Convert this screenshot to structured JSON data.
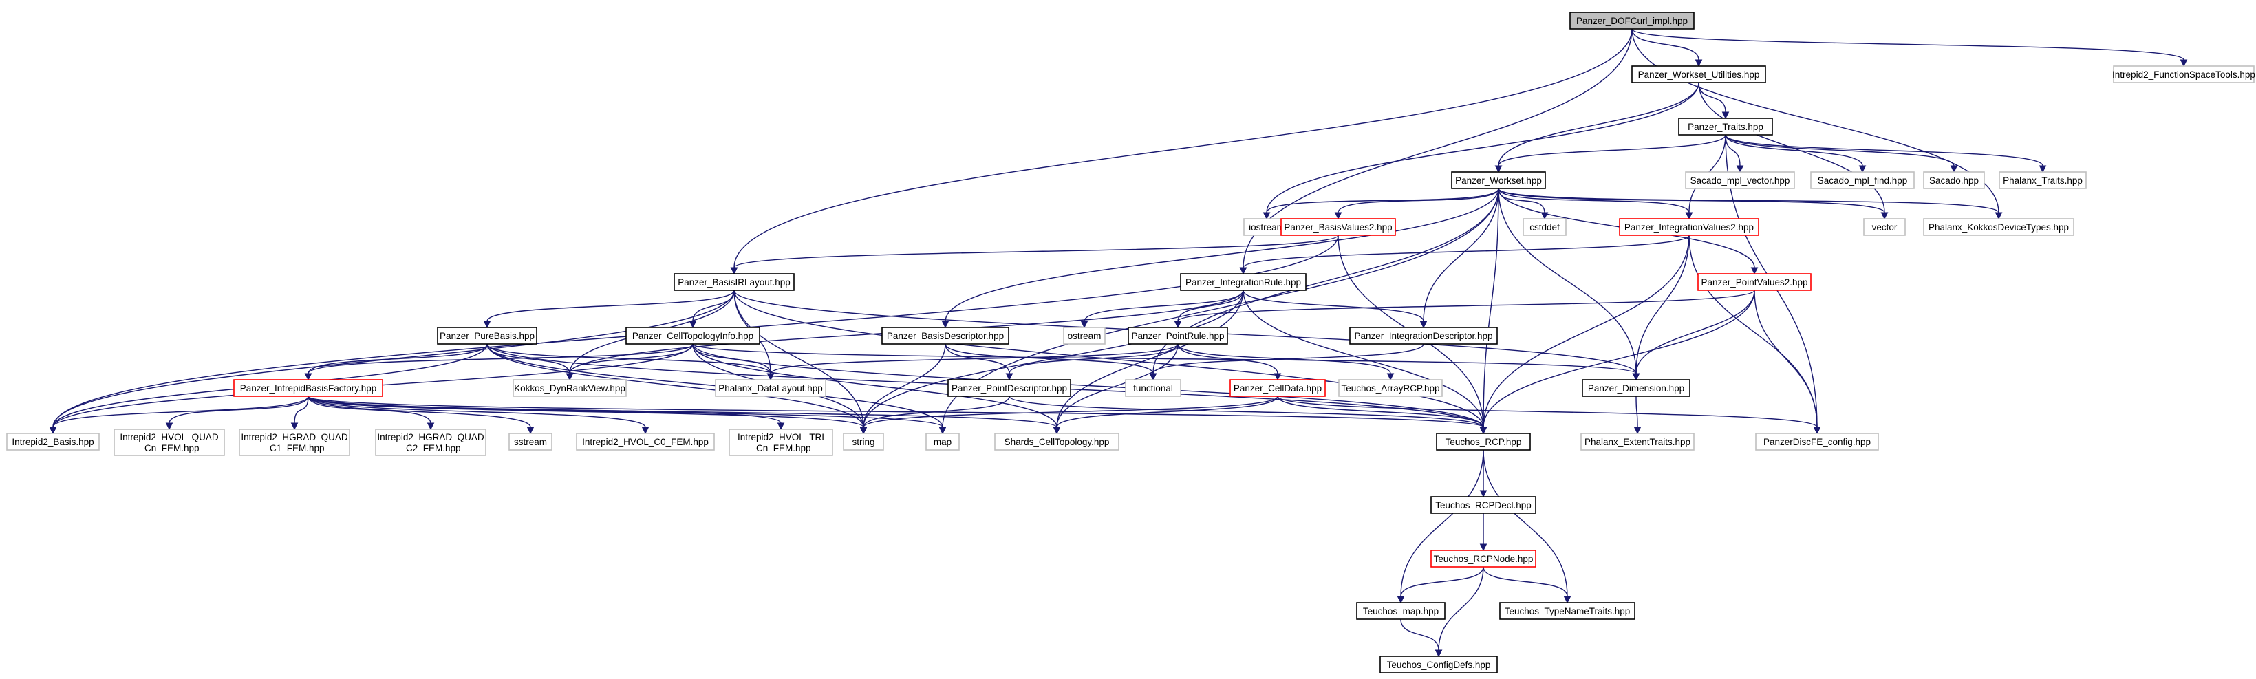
{
  "colors": {
    "edge": "#191970",
    "border_default": "#000000",
    "border_incomplete": "#ff0000",
    "border_external": "#bfbfbf",
    "fill_root": "#bfbfbf",
    "fill_default": "#ffffff"
  },
  "nodes": [
    {
      "id": "dofcurl",
      "lines": [
        "Panzer_DOFCurl_impl.hpp"
      ],
      "kind": "root"
    },
    {
      "id": "workset_util",
      "lines": [
        "Panzer_Workset_Utilities.hpp"
      ],
      "kind": "normal"
    },
    {
      "id": "intrepid_fst",
      "lines": [
        "Intrepid2_FunctionSpaceTools.hpp"
      ],
      "kind": "external"
    },
    {
      "id": "traits",
      "lines": [
        "Panzer_Traits.hpp"
      ],
      "kind": "normal"
    },
    {
      "id": "workset",
      "lines": [
        "Panzer_Workset.hpp"
      ],
      "kind": "normal"
    },
    {
      "id": "sacado_vec",
      "lines": [
        "Sacado_mpl_vector.hpp"
      ],
      "kind": "external"
    },
    {
      "id": "sacado_find",
      "lines": [
        "Sacado_mpl_find.hpp"
      ],
      "kind": "external"
    },
    {
      "id": "sacado",
      "lines": [
        "Sacado.hpp"
      ],
      "kind": "external"
    },
    {
      "id": "phalanx_traits",
      "lines": [
        "Phalanx_Traits.hpp"
      ],
      "kind": "external"
    },
    {
      "id": "iostream",
      "lines": [
        "iostream"
      ],
      "kind": "external"
    },
    {
      "id": "basisvalues2",
      "lines": [
        "Panzer_BasisValues2.hpp"
      ],
      "kind": "incomplete"
    },
    {
      "id": "cstddef",
      "lines": [
        "cstddef"
      ],
      "kind": "external"
    },
    {
      "id": "intvalues2",
      "lines": [
        "Panzer_IntegrationValues2.hpp"
      ],
      "kind": "incomplete"
    },
    {
      "id": "vector",
      "lines": [
        "vector"
      ],
      "kind": "external"
    },
    {
      "id": "kokkosdev",
      "lines": [
        "Phalanx_KokkosDeviceTypes.hpp"
      ],
      "kind": "external"
    },
    {
      "id": "basisirlayout",
      "lines": [
        "Panzer_BasisIRLayout.hpp"
      ],
      "kind": "normal"
    },
    {
      "id": "intrule",
      "lines": [
        "Panzer_IntegrationRule.hpp"
      ],
      "kind": "normal"
    },
    {
      "id": "pointvalues2",
      "lines": [
        "Panzer_PointValues2.hpp"
      ],
      "kind": "incomplete"
    },
    {
      "id": "purebasis",
      "lines": [
        "Panzer_PureBasis.hpp"
      ],
      "kind": "normal"
    },
    {
      "id": "celltopo",
      "lines": [
        "Panzer_CellTopologyInfo.hpp"
      ],
      "kind": "normal"
    },
    {
      "id": "basisdesc",
      "lines": [
        "Panzer_BasisDescriptor.hpp"
      ],
      "kind": "normal"
    },
    {
      "id": "ostream",
      "lines": [
        "ostream"
      ],
      "kind": "external"
    },
    {
      "id": "pointrule",
      "lines": [
        "Panzer_PointRule.hpp"
      ],
      "kind": "normal"
    },
    {
      "id": "intdesc",
      "lines": [
        "Panzer_IntegrationDescriptor.hpp"
      ],
      "kind": "normal"
    },
    {
      "id": "ibfactory",
      "lines": [
        "Panzer_IntrepidBasisFactory.hpp"
      ],
      "kind": "incomplete"
    },
    {
      "id": "dynrank",
      "lines": [
        "Kokkos_DynRankView.hpp"
      ],
      "kind": "external"
    },
    {
      "id": "datalayout",
      "lines": [
        "Phalanx_DataLayout.hpp"
      ],
      "kind": "external"
    },
    {
      "id": "pointdesc",
      "lines": [
        "Panzer_PointDescriptor.hpp"
      ],
      "kind": "normal"
    },
    {
      "id": "functional",
      "lines": [
        "functional"
      ],
      "kind": "external"
    },
    {
      "id": "celldata",
      "lines": [
        "Panzer_CellData.hpp"
      ],
      "kind": "incomplete"
    },
    {
      "id": "arrayrcp",
      "lines": [
        "Teuchos_ArrayRCP.hpp"
      ],
      "kind": "external"
    },
    {
      "id": "dimension",
      "lines": [
        "Panzer_Dimension.hpp"
      ],
      "kind": "normal"
    },
    {
      "id": "ibasis",
      "lines": [
        "Intrepid2_Basis.hpp"
      ],
      "kind": "external"
    },
    {
      "id": "hvolquad",
      "lines": [
        "Intrepid2_HVOL_QUAD",
        "_Cn_FEM.hpp"
      ],
      "kind": "external"
    },
    {
      "id": "hgradc1",
      "lines": [
        "Intrepid2_HGRAD_QUAD",
        "_C1_FEM.hpp"
      ],
      "kind": "external"
    },
    {
      "id": "hgradc2",
      "lines": [
        "Intrepid2_HGRAD_QUAD",
        "_C2_FEM.hpp"
      ],
      "kind": "external"
    },
    {
      "id": "sstream",
      "lines": [
        "sstream"
      ],
      "kind": "external"
    },
    {
      "id": "hvolc0",
      "lines": [
        "Intrepid2_HVOL_C0_FEM.hpp"
      ],
      "kind": "external"
    },
    {
      "id": "hvoltri",
      "lines": [
        "Intrepid2_HVOL_TRI",
        "_Cn_FEM.hpp"
      ],
      "kind": "external"
    },
    {
      "id": "string",
      "lines": [
        "string"
      ],
      "kind": "external"
    },
    {
      "id": "map",
      "lines": [
        "map"
      ],
      "kind": "external"
    },
    {
      "id": "shards",
      "lines": [
        "Shards_CellTopology.hpp"
      ],
      "kind": "external"
    },
    {
      "id": "rcp",
      "lines": [
        "Teuchos_RCP.hpp"
      ],
      "kind": "normal"
    },
    {
      "id": "extenttraits",
      "lines": [
        "Phalanx_ExtentTraits.hpp"
      ],
      "kind": "external"
    },
    {
      "id": "discfe",
      "lines": [
        "PanzerDiscFE_config.hpp"
      ],
      "kind": "external"
    },
    {
      "id": "rcpdecl",
      "lines": [
        "Teuchos_RCPDecl.hpp"
      ],
      "kind": "normal"
    },
    {
      "id": "rcpnode",
      "lines": [
        "Teuchos_RCPNode.hpp"
      ],
      "kind": "incomplete"
    },
    {
      "id": "tmap",
      "lines": [
        "Teuchos_map.hpp"
      ],
      "kind": "normal"
    },
    {
      "id": "typename",
      "lines": [
        "Teuchos_TypeNameTraits.hpp"
      ],
      "kind": "normal"
    },
    {
      "id": "configdefs",
      "lines": [
        "Teuchos_ConfigDefs.hpp"
      ],
      "kind": "normal"
    }
  ],
  "edges": [
    [
      "dofcurl",
      "workset_util"
    ],
    [
      "dofcurl",
      "intrepid_fst"
    ],
    [
      "dofcurl",
      "basisirlayout"
    ],
    [
      "dofcurl",
      "intrule"
    ],
    [
      "dofcurl",
      "kokkosdev"
    ],
    [
      "workset_util",
      "traits"
    ],
    [
      "workset_util",
      "workset"
    ],
    [
      "workset_util",
      "iostream"
    ],
    [
      "workset_util",
      "vector"
    ],
    [
      "traits",
      "workset"
    ],
    [
      "traits",
      "sacado_vec"
    ],
    [
      "traits",
      "sacado_find"
    ],
    [
      "traits",
      "sacado"
    ],
    [
      "traits",
      "phalanx_traits"
    ],
    [
      "traits",
      "discfe"
    ],
    [
      "traits",
      "intvalues2"
    ],
    [
      "workset",
      "iostream"
    ],
    [
      "workset",
      "basisvalues2"
    ],
    [
      "workset",
      "cstddef"
    ],
    [
      "workset",
      "intvalues2"
    ],
    [
      "workset",
      "vector"
    ],
    [
      "workset",
      "kokkosdev"
    ],
    [
      "workset",
      "pointvalues2"
    ],
    [
      "workset",
      "dimension"
    ],
    [
      "workset",
      "intdesc"
    ],
    [
      "workset",
      "basisdesc"
    ],
    [
      "workset",
      "rcp"
    ],
    [
      "workset",
      "functional"
    ],
    [
      "workset",
      "map"
    ],
    [
      "basisvalues2",
      "basisirlayout"
    ],
    [
      "basisvalues2",
      "ibasis"
    ],
    [
      "basisvalues2",
      "rcp"
    ],
    [
      "intvalues2",
      "intrule"
    ],
    [
      "intvalues2",
      "dimension"
    ],
    [
      "intvalues2",
      "rcp"
    ],
    [
      "intvalues2",
      "discfe"
    ],
    [
      "pointvalues2",
      "pointrule"
    ],
    [
      "pointvalues2",
      "dimension"
    ],
    [
      "pointvalues2",
      "rcp"
    ],
    [
      "pointvalues2",
      "discfe"
    ],
    [
      "basisirlayout",
      "purebasis"
    ],
    [
      "basisirlayout",
      "celltopo"
    ],
    [
      "basisirlayout",
      "dynrank"
    ],
    [
      "basisirlayout",
      "datalayout"
    ],
    [
      "basisirlayout",
      "rcp"
    ],
    [
      "basisirlayout",
      "string"
    ],
    [
      "basisirlayout",
      "ibasis"
    ],
    [
      "basisirlayout",
      "dimension"
    ],
    [
      "intrule",
      "pointrule"
    ],
    [
      "intrule",
      "intdesc"
    ],
    [
      "intrule",
      "ostream"
    ],
    [
      "intrule",
      "rcp"
    ],
    [
      "intrule",
      "string"
    ],
    [
      "intrule",
      "shards"
    ],
    [
      "intrule",
      "dynrank"
    ],
    [
      "purebasis",
      "ibfactory"
    ],
    [
      "purebasis",
      "dynrank"
    ],
    [
      "purebasis",
      "datalayout"
    ],
    [
      "purebasis",
      "string"
    ],
    [
      "purebasis",
      "map"
    ],
    [
      "purebasis",
      "rcp"
    ],
    [
      "purebasis",
      "ibasis"
    ],
    [
      "celltopo",
      "ibfactory"
    ],
    [
      "celltopo",
      "dynrank"
    ],
    [
      "celltopo",
      "datalayout"
    ],
    [
      "celltopo",
      "shards"
    ],
    [
      "celltopo",
      "string"
    ],
    [
      "celltopo",
      "rcp"
    ],
    [
      "celltopo",
      "dimension"
    ],
    [
      "celltopo",
      "ibasis"
    ],
    [
      "basisdesc",
      "pointdesc"
    ],
    [
      "basisdesc",
      "functional"
    ],
    [
      "basisdesc",
      "string"
    ],
    [
      "pointrule",
      "pointdesc"
    ],
    [
      "pointrule",
      "datalayout"
    ],
    [
      "pointrule",
      "arrayrcp"
    ],
    [
      "pointrule",
      "celldata"
    ],
    [
      "pointrule",
      "shards"
    ],
    [
      "intdesc",
      "functional"
    ],
    [
      "pointdesc",
      "string"
    ],
    [
      "pointdesc",
      "rcp"
    ],
    [
      "celldata",
      "shards"
    ],
    [
      "celldata",
      "rcp"
    ],
    [
      "celldata",
      "discfe"
    ],
    [
      "celldata",
      "string"
    ],
    [
      "ibfactory",
      "ibasis"
    ],
    [
      "ibfactory",
      "hvolquad"
    ],
    [
      "ibfactory",
      "hgradc1"
    ],
    [
      "ibfactory",
      "hgradc2"
    ],
    [
      "ibfactory",
      "sstream"
    ],
    [
      "ibfactory",
      "hvolc0"
    ],
    [
      "ibfactory",
      "hvoltri"
    ],
    [
      "ibfactory",
      "string"
    ],
    [
      "ibfactory",
      "map"
    ],
    [
      "ibfactory",
      "shards"
    ],
    [
      "ibfactory",
      "rcp"
    ],
    [
      "dimension",
      "extenttraits"
    ],
    [
      "rcp",
      "rcpdecl"
    ],
    [
      "rcp",
      "tmap"
    ],
    [
      "rcp",
      "typename"
    ],
    [
      "rcpdecl",
      "rcpnode"
    ],
    [
      "rcpnode",
      "tmap"
    ],
    [
      "rcpnode",
      "typename"
    ],
    [
      "rcpnode",
      "configdefs"
    ],
    [
      "tmap",
      "configdefs"
    ]
  ]
}
